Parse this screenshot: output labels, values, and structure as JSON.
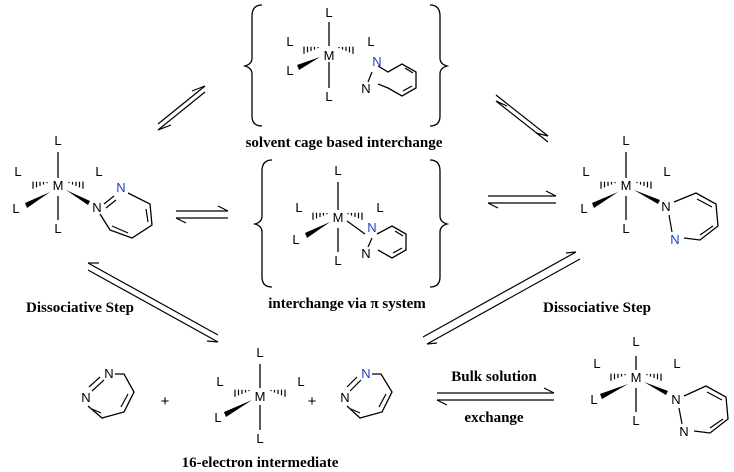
{
  "labels": {
    "solvent_cage": "solvent cage based interchange",
    "pi_system": "interchange via π system",
    "dissoc_left": "Dissociative Step",
    "dissoc_right": "Dissociative Step",
    "bulk_top": "Bulk solution",
    "bulk_bottom": "exchange",
    "intermediate": "16-electron intermediate"
  },
  "symbols": {
    "metal": "M",
    "ligand": "L",
    "nitrogen": "N",
    "plus": "+"
  },
  "colors": {
    "nitrogen": "#1f3fc8",
    "bonds": "#000000"
  }
}
